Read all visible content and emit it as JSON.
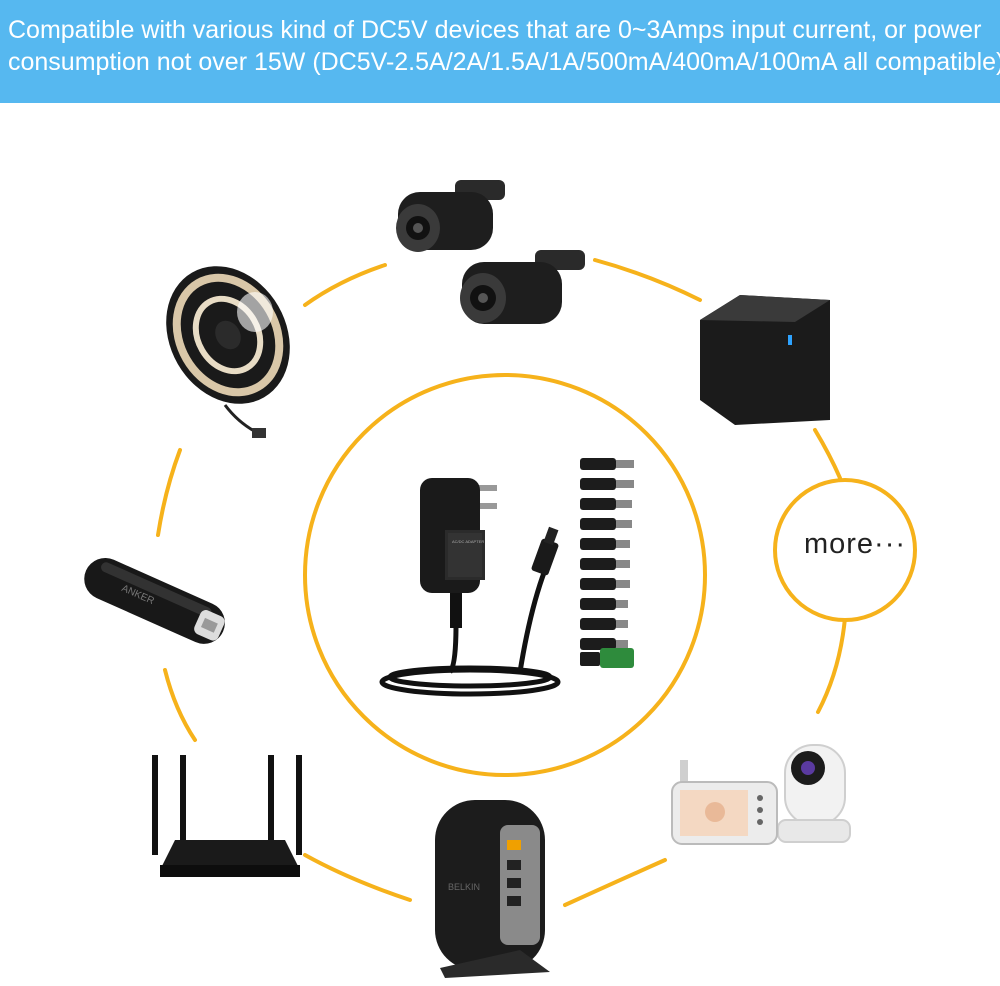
{
  "banner": {
    "line1": "Compatible with various kind of DC5V devices that are 0~3Amps input current, or power",
    "line2": "consumption not over 15W (DC5V-2.5A/2A/1.5A/1A/500mA/400mA/100mA all compatible)"
  },
  "more": {
    "label": "more···"
  },
  "product_labels": {
    "power_bank_brand": "ANKER",
    "router_brand": "BELKIN",
    "adapter_label": "AC/DC ADAPTER"
  },
  "colors": {
    "banner_bg": "#56b8f0",
    "ring": "#f6b21b",
    "device_dark": "#1d1d1d"
  }
}
